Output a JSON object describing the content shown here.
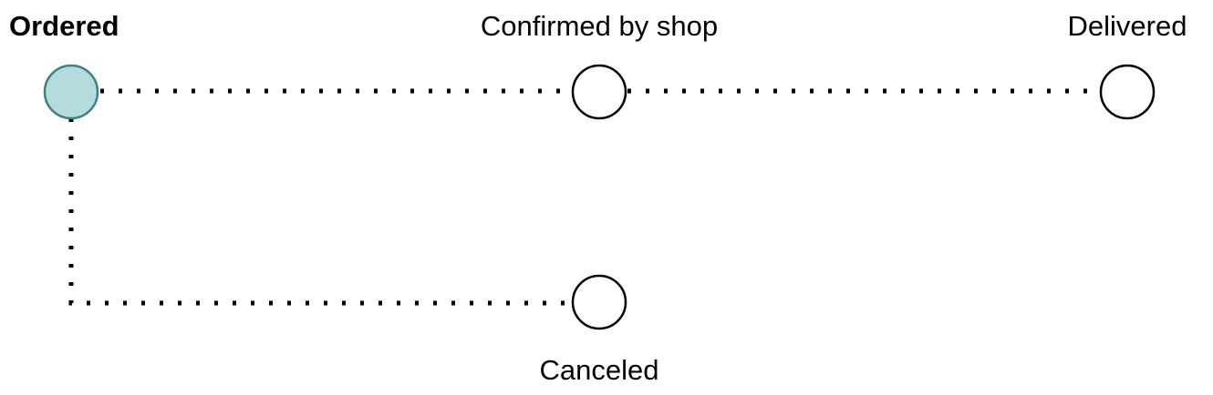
{
  "colors": {
    "active_fill": "#b5dcdc",
    "active_stroke": "#3f7f85",
    "active_label": "#8fb4b4",
    "inactive_fill": "#ffffff",
    "inactive_stroke": "#000000",
    "connector": "#000000"
  },
  "steps": {
    "ordered": {
      "label": "Ordered",
      "status": "current"
    },
    "confirmed": {
      "label": "Confirmed by shop",
      "status": "pending"
    },
    "delivered": {
      "label": "Delivered",
      "status": "pending"
    },
    "canceled": {
      "label": "Canceled",
      "status": "pending"
    }
  },
  "transitions": [
    {
      "from": "Ordered",
      "to": "Confirmed by shop",
      "style": "dotted"
    },
    {
      "from": "Confirmed by shop",
      "to": "Delivered",
      "style": "dotted"
    },
    {
      "from": "Ordered",
      "to": "Canceled",
      "style": "dotted"
    }
  ]
}
